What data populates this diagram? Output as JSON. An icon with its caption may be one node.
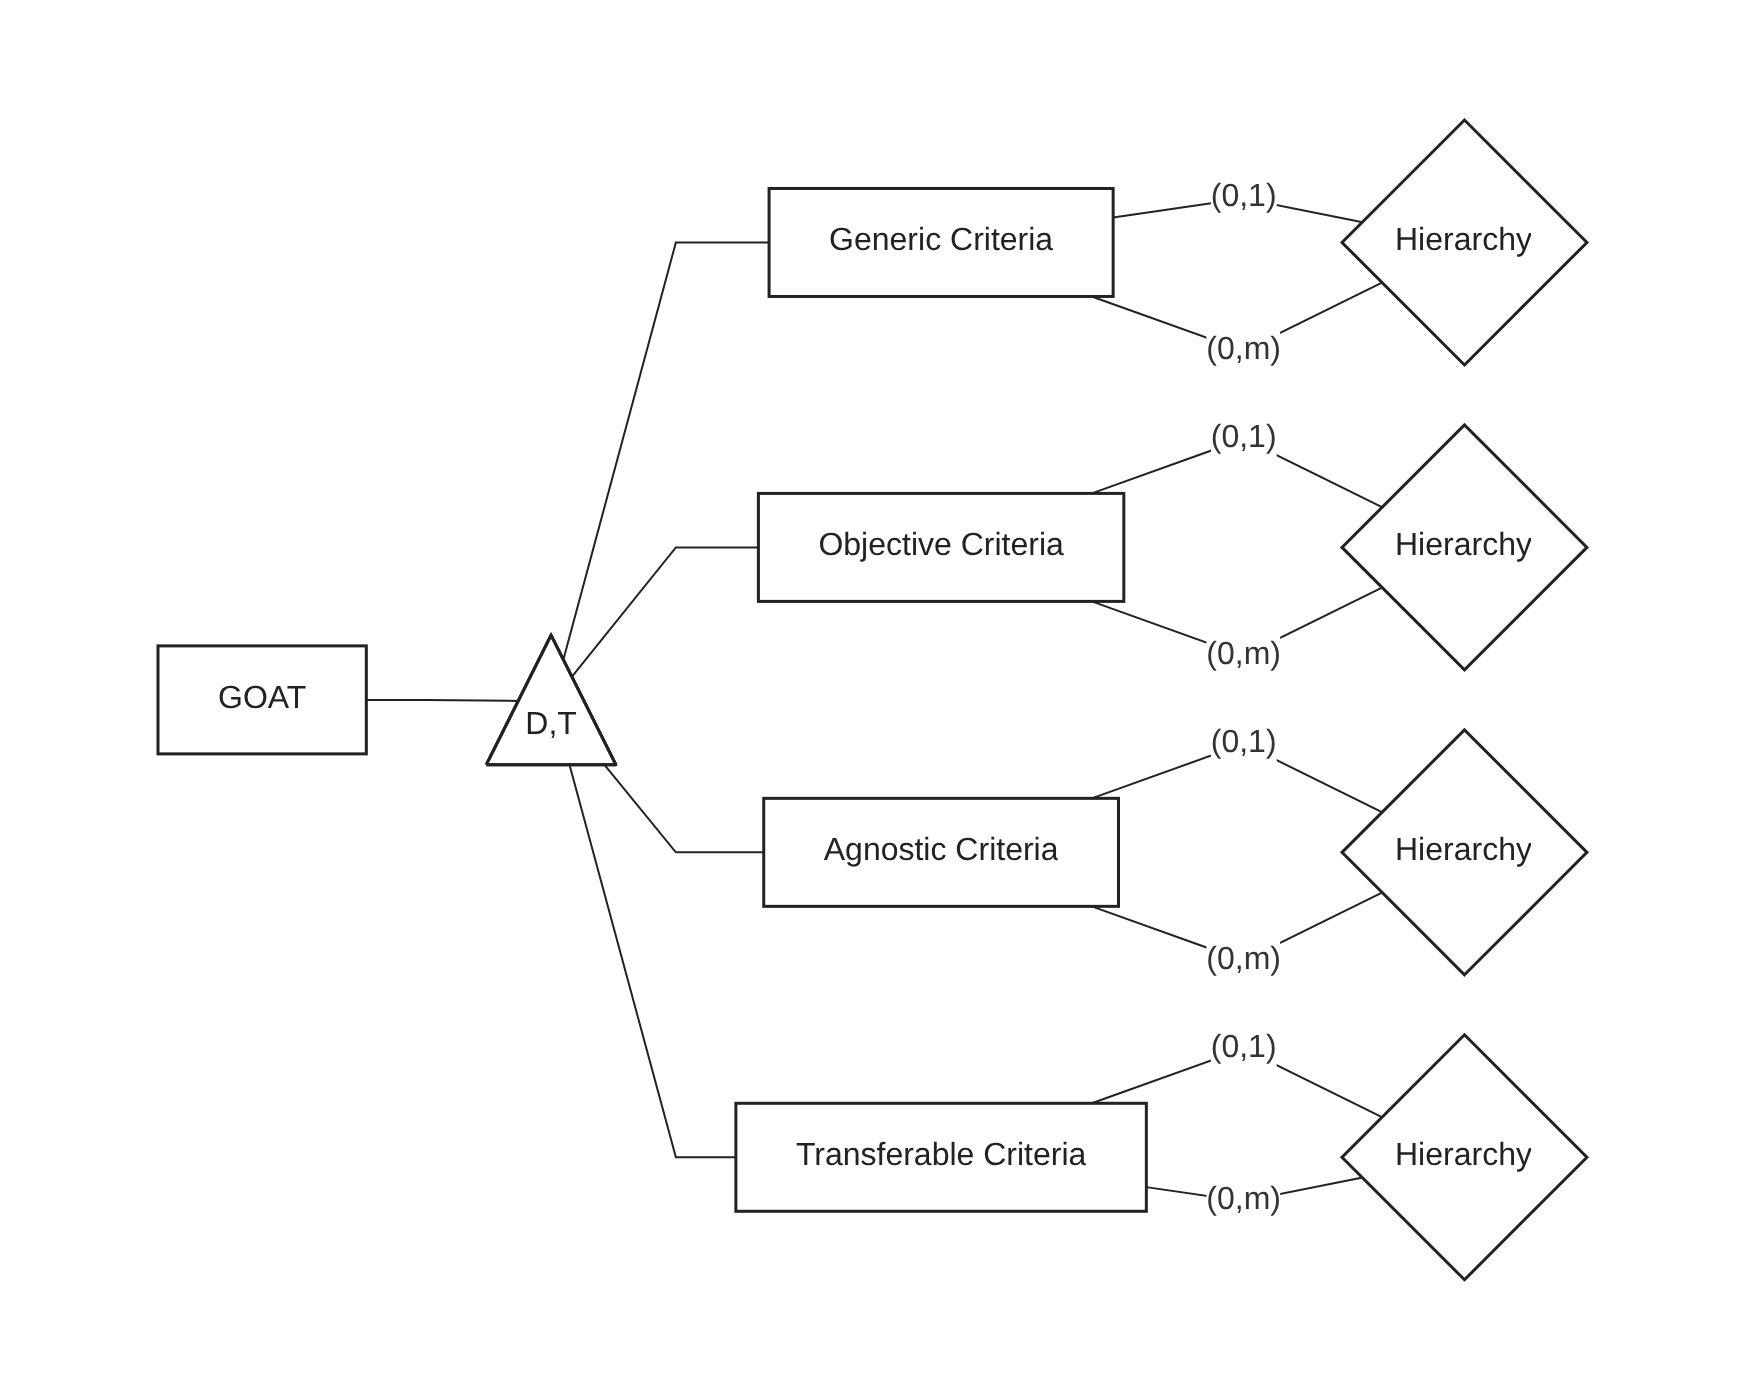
{
  "diagram": {
    "nodes": [
      {
        "text": [
          "GOAT"
        ]
      },
      {
        "text": [
          "D,T"
        ]
      },
      {
        "text": [
          "Generic Criteria"
        ]
      },
      {
        "text": [
          "Hierarchy"
        ]
      },
      {
        "text": [
          "Objective Criteria"
        ]
      },
      {
        "text": [
          "Hierarchy"
        ]
      },
      {
        "text": [
          "Agnostic Criteria"
        ]
      },
      {
        "text": [
          "Hierarchy"
        ]
      },
      {
        "text": [
          "Transferable Criteria"
        ]
      },
      {
        "text": [
          "Hierarchy"
        ]
      }
    ],
    "edges": [
      {
        "from": 0,
        "to": 1,
        "arrow": "none"
      },
      {
        "from": 1,
        "to": 2,
        "arrow": "none"
      },
      {
        "from": 1,
        "to": 4,
        "arrow": "none"
      },
      {
        "from": 1,
        "to": 6,
        "arrow": "none"
      },
      {
        "from": 1,
        "to": 8,
        "arrow": "none"
      },
      {
        "from": 2,
        "to": 3,
        "label": "(0,1)",
        "arrow": "none"
      },
      {
        "from": 2,
        "to": 3,
        "label": "(0,m)",
        "arrow": "none"
      },
      {
        "from": 4,
        "to": 5,
        "label": "(0,1)",
        "arrow": "none"
      },
      {
        "from": 4,
        "to": 5,
        "label": "(0,m)",
        "arrow": "none"
      },
      {
        "from": 6,
        "to": 7,
        "label": "(0,1)",
        "arrow": "none"
      },
      {
        "from": 6,
        "to": 7,
        "label": "(0,m)",
        "arrow": "none"
      },
      {
        "from": 8,
        "to": 9,
        "label": "(0,1)",
        "arrow": "none"
      },
      {
        "from": 8,
        "to": 9,
        "label": "(0,m)",
        "arrow": "none"
      }
    ]
  }
}
